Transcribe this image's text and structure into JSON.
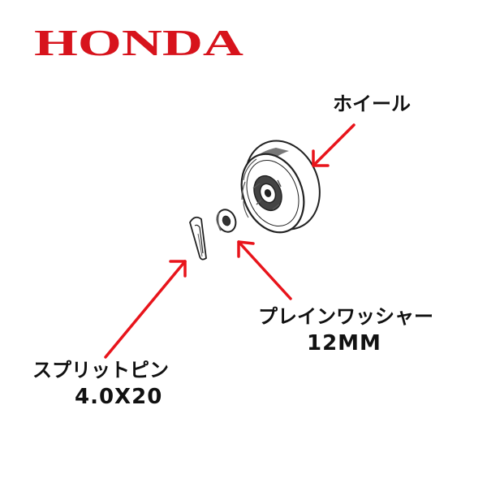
{
  "logo": {
    "text": "HONDA",
    "color": "#d7131c"
  },
  "parts": [
    {
      "name": "ホイール",
      "spec": ""
    },
    {
      "name": "プレインワッシャー",
      "spec": "12MM"
    },
    {
      "name": "スプリットピン",
      "spec": "4.0X20"
    }
  ],
  "colors": {
    "arrow": "#e8141b",
    "line_art": "#222222",
    "label_text": "#111111"
  }
}
